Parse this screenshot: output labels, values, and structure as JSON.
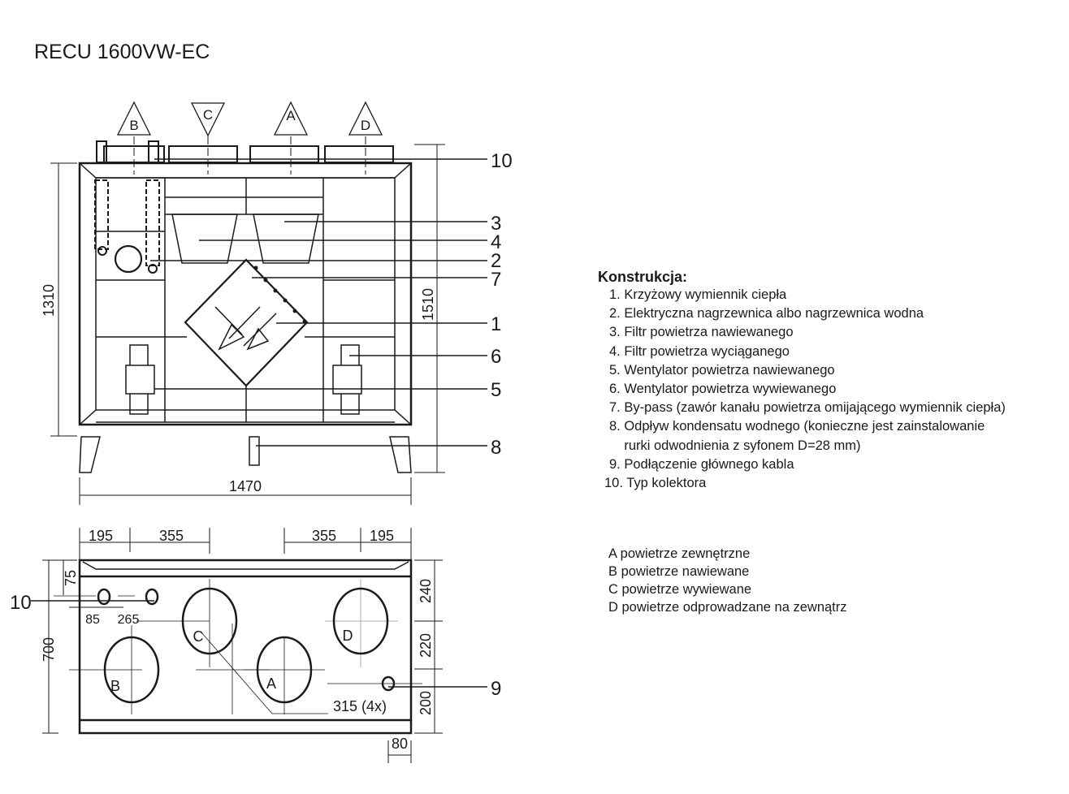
{
  "title": "RECU 1600VW-EC",
  "flow_markers": [
    "B",
    "C",
    "A",
    "D"
  ],
  "callouts": [
    "10",
    "3",
    "4",
    "2",
    "7",
    "1",
    "6",
    "5",
    "8"
  ],
  "bottom_callouts": [
    "10",
    "9"
  ],
  "dimensions": {
    "height_body": "1310",
    "height_total": "1510",
    "width_total": "1470",
    "top_left_1": "195",
    "top_left_2": "355",
    "top_right_1": "355",
    "top_right_2": "195",
    "depth": "700",
    "offset_75": "75",
    "offset_85": "85",
    "spacing_265": "265",
    "right_240": "240",
    "right_220": "220",
    "right_200": "200",
    "bottom_80": "80",
    "diameter": "315 (4x)"
  },
  "ports": [
    "B",
    "C",
    "A",
    "D"
  ],
  "legend": {
    "heading": "Konstrukcja:",
    "items": [
      "1. Krzyżowy wymiennik ciepła",
      "2. Elektryczna nagrzewnica albo nagrzewnica wodna",
      "3. Filtr powietrza nawiewanego",
      "4. Filtr powietrza wyciąganego",
      "5. Wentylator powietrza nawiewanego",
      "6. Wentylator powietrza wywiewanego",
      "7. By-pass (zawór kanału powietrza omijającego wymiennik ciepła)",
      "8. Odpływ kondensatu wodnego (konieczne jest zainstalowanie",
      "    rurki odwodnienia z syfonem D=28 mm)",
      "9. Podłączenie głównego kabla",
      "10. Typ kolektora"
    ]
  },
  "air_types": [
    "A  powietrze zewnętrzne",
    "B  powietrze nawiewane",
    "C  powietrze wywiewane",
    "D  powietrze odprowadzane na zewnątrz"
  ]
}
